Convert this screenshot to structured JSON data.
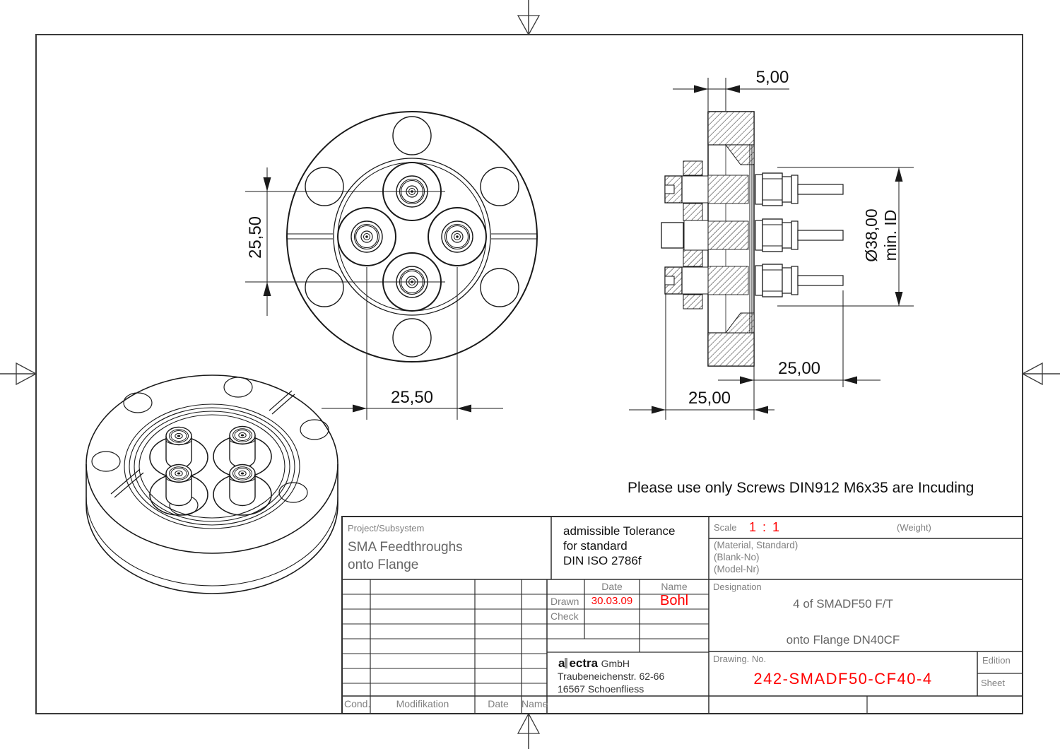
{
  "note": "Please use only Screws DIN912 M6x35 are Incuding",
  "dims": {
    "front_vertical": "25,50",
    "front_horizontal": "25,50",
    "side_depth": "5,00",
    "side_dia": "Ø38,00",
    "side_dia_sub": "min. ID",
    "side_len_right": "25,00",
    "side_len_left": "25,00"
  },
  "title_block": {
    "project_label": "Project/Subsystem",
    "project_line1": "SMA Feedthroughs",
    "project_line2": "onto Flange",
    "tolerance_line1": "admissible Tolerance",
    "tolerance_line2": "for standard",
    "tolerance_line3": "DIN ISO 2786f",
    "scale_label": "Scale",
    "scale_value": "1 : 1",
    "weight_label": "(Weight)",
    "material_line1": "(Material, Standard)",
    "material_line2": "(Blank-No)",
    "material_line3": "(Model-Nr)",
    "designation_label": "Designation",
    "designation_line1": "4 of SMADF50 F/T",
    "designation_line2": "onto Flange DN40CF",
    "drawing_no_label": "Drawing. No.",
    "drawing_no": "242-SMADF50-CF40-4",
    "edition_label": "Edition",
    "sheet_label": "Sheet",
    "date_header": "Date",
    "name_header": "Name",
    "drawn_label": "Drawn",
    "drawn_date": "30.03.09",
    "drawn_name": "Bohl",
    "check_label": "Check",
    "company": {
      "logo_a": "a",
      "logo_rest": "ectra",
      "suffix": "GmbH",
      "address1": "Traubeneichenstr. 62-66",
      "address2": "16567 Schoenfliess"
    },
    "rev_cond_label": "Cond.",
    "rev_mod_label": "Modifikation",
    "rev_date_label": "Date",
    "rev_name_label": "Name"
  },
  "colors": {
    "accent_red": "#ff0000",
    "line_black": "#1a1a1a",
    "label_gray": "#808080"
  }
}
